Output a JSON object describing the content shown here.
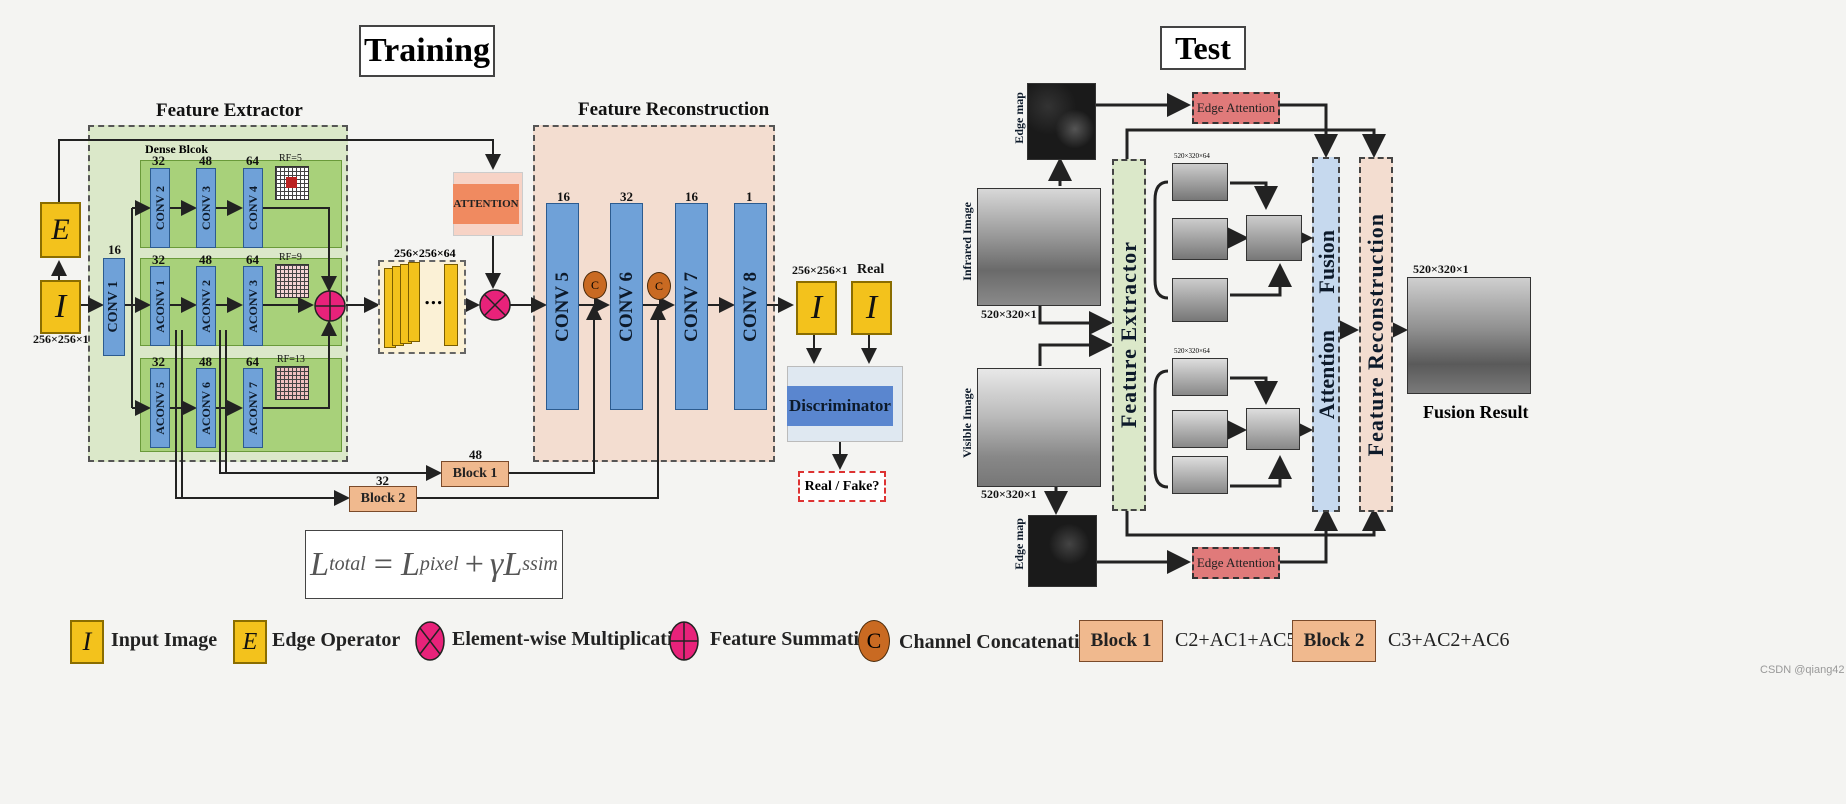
{
  "training": {
    "title": "Training",
    "feature_extractor_label": "Feature Extractor",
    "dense_block_label": "Dense Blcok",
    "feature_reconstruction_label": "Feature Reconstruction",
    "e_letter": "E",
    "i_letter": "I",
    "input_size": "256×256×1",
    "conv1": {
      "label": "CONV 1",
      "ch": "16"
    },
    "dense_rows": [
      {
        "cells": [
          {
            "label": "CONV 2",
            "ch": "32"
          },
          {
            "label": "CONV 3",
            "ch": "48"
          },
          {
            "label": "CONV 4",
            "ch": "64"
          }
        ],
        "rf": "RF=5"
      },
      {
        "cells": [
          {
            "label": "ACONV 1",
            "ch": "32"
          },
          {
            "label": "ACONV 2",
            "ch": "48"
          },
          {
            "label": "ACONV 3",
            "ch": "64"
          }
        ],
        "rf": "RF=9"
      },
      {
        "cells": [
          {
            "label": "ACONV 5",
            "ch": "32"
          },
          {
            "label": "ACONV 6",
            "ch": "48"
          },
          {
            "label": "ACONV 7",
            "ch": "64"
          }
        ],
        "rf": "RF=13"
      }
    ],
    "feature_maps_size": "256×256×64",
    "dots": "...",
    "attention_label": "ATTENTION",
    "recon_convs": [
      {
        "label": "CONV 5",
        "ch": "16"
      },
      {
        "label": "CONV 6",
        "ch": "32"
      },
      {
        "label": "CONV 7",
        "ch": "16"
      },
      {
        "label": "CONV 8",
        "ch": "1"
      }
    ],
    "concat_symbol": "C",
    "output_size": "256×256×1",
    "real_label": "Real",
    "discriminator_label": "Discriminator",
    "real_fake_label": "Real / Fake?",
    "block1": {
      "label": "Block 1",
      "ch": "48"
    },
    "block2": {
      "label": "Block 2",
      "ch": "32"
    },
    "loss": {
      "lhs": "L",
      "lhs_sub": "total",
      "t1": "L",
      "t1_sub": "pixel",
      "gamma": "γ",
      "t2": "L",
      "t2_sub": "ssim"
    }
  },
  "test": {
    "title": "Test",
    "edge_map_label": "Edge map",
    "edge_attention_label": "Edge Attention",
    "infrared_label": "Infrared Image",
    "visible_label": "Visible Image",
    "img_size": "520×320×1",
    "feature_extractor": "Feature Extractor",
    "attention_fusion_a": "Attention",
    "attention_fusion_b": "Fusion",
    "feature_reconstruction": "Feature Reconstruction",
    "stack_size": "520×320×64",
    "fusion_size": "520×320×1",
    "fusion_result_label": "Fusion Result"
  },
  "legend": {
    "input_image": "Input  Image",
    "edge_operator": "Edge Operator",
    "element_mult": "Element-wise Multiplication",
    "feature_sum": "Feature Summation",
    "channel_concat": "Channel Concatenation",
    "block1_label": "Block 1",
    "block1_desc": "C2+AC1+AC5",
    "block2_label": "Block 2",
    "block2_desc": "C3+AC2+AC6"
  },
  "watermark": "CSDN @qiang42",
  "colors": {
    "conv_blue": "#6fa1d8",
    "yellow": "#f3c21c",
    "peach": "#f0b98e",
    "pink": "#e8227a",
    "orange": "#c96a22",
    "green_bg": "#dbe8c9",
    "recon_bg": "#f3ddd0"
  }
}
